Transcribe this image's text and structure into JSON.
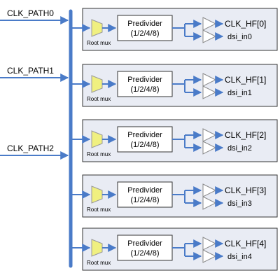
{
  "inputs": [
    {
      "label": "CLK_PATH0"
    },
    {
      "label": "CLK_PATH1"
    },
    {
      "label": "CLK_PATH2"
    }
  ],
  "blocks": [
    {
      "mux_label": "Root mux",
      "predivider_title": "Predivider",
      "predivider_ratio": "(1/2/4/8)",
      "clk_out": "CLK_HF[0]",
      "dsi_out": "dsi_in0"
    },
    {
      "mux_label": "Root mux",
      "predivider_title": "Predivider",
      "predivider_ratio": "(1/2/4/8)",
      "clk_out": "CLK_HF[1]",
      "dsi_out": "dsi_in1"
    },
    {
      "mux_label": "Root mux",
      "predivider_title": "Predivider",
      "predivider_ratio": "(1/2/4/8)",
      "clk_out": "CLK_HF[2]",
      "dsi_out": "dsi_in2"
    },
    {
      "mux_label": "Root mux",
      "predivider_title": "Predivider",
      "predivider_ratio": "(1/2/4/8)",
      "clk_out": "CLK_HF[3]",
      "dsi_out": "dsi_in3"
    },
    {
      "mux_label": "Root mux",
      "predivider_title": "Predivider",
      "predivider_ratio": "(1/2/4/8)",
      "clk_out": "CLK_HF[4]",
      "dsi_out": "dsi_in4"
    }
  ],
  "colors": {
    "wire": "#4a7bc8",
    "block_fill": "#e9ecf4",
    "block_border": "#333333",
    "mux_fill": "#f0f080",
    "mux_stroke": "#999999",
    "buffer_stroke": "#888888"
  }
}
